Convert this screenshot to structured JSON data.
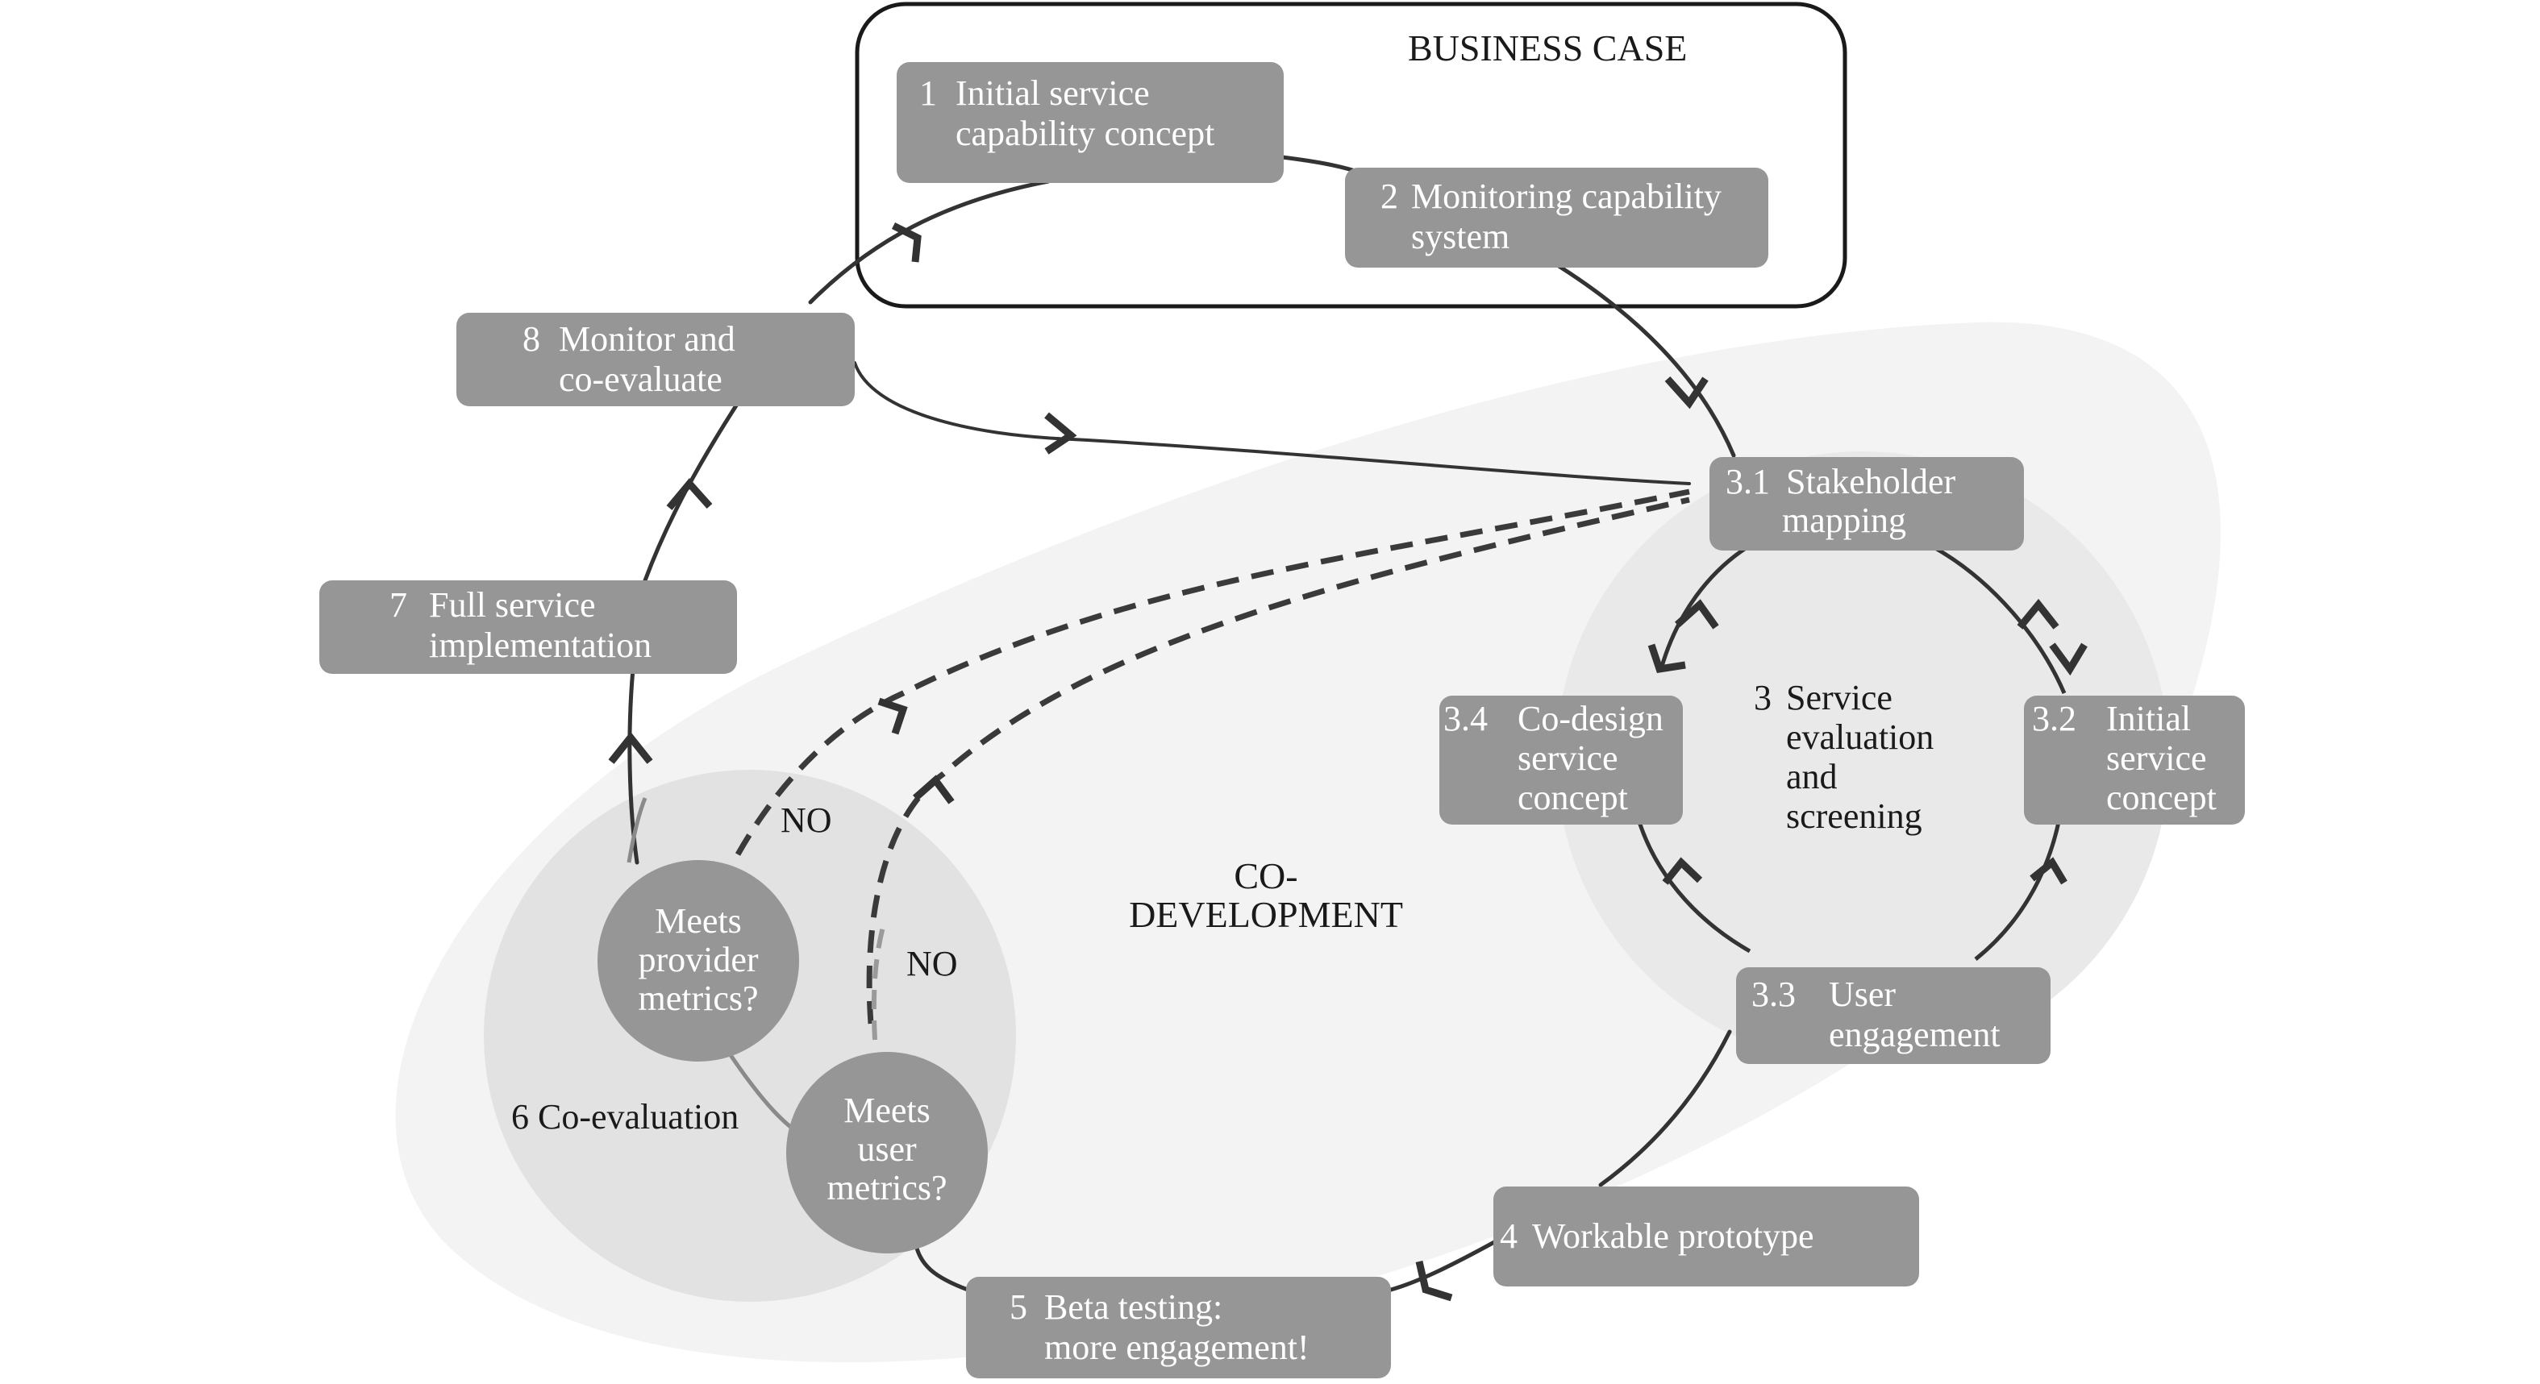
{
  "business_case_label": "BUSINESS CASE",
  "co_development_label": [
    "CO-",
    "DEVELOPMENT"
  ],
  "center_label": {
    "num": "3",
    "lines": [
      "Service",
      "evaluation",
      "and",
      "screening"
    ]
  },
  "co_evaluation_label": "6 Co-evaluation",
  "no_label_provider": "NO",
  "no_label_user": "NO",
  "nodes": {
    "n1": {
      "num": "1",
      "lines": [
        "Initial service",
        "capability concept"
      ]
    },
    "n2": {
      "num": "2",
      "lines": [
        "Monitoring capability",
        "system"
      ]
    },
    "n3_1": {
      "num": "3.1",
      "lines": [
        "Stakeholder",
        "mapping"
      ]
    },
    "n3_2": {
      "num": "3.2",
      "lines": [
        "Initial",
        "service",
        "concept"
      ]
    },
    "n3_3": {
      "num": "3.3",
      "lines": [
        "User",
        "engagement"
      ]
    },
    "n3_4": {
      "num": "3.4",
      "lines": [
        "Co-design",
        "service",
        "concept"
      ]
    },
    "n4": {
      "num": "4",
      "lines": [
        "Workable prototype"
      ]
    },
    "n5": {
      "num": "5",
      "lines": [
        "Beta testing:",
        "more engagement!"
      ]
    },
    "n7": {
      "num": "7",
      "lines": [
        "Full service",
        "implementation"
      ]
    },
    "n8": {
      "num": "8",
      "lines": [
        "Monitor and",
        "co-evaluate"
      ]
    }
  },
  "decisions": {
    "provider": {
      "lines": [
        "Meets",
        "provider",
        "metrics?"
      ]
    },
    "user": {
      "lines": [
        "Meets",
        "user",
        "metrics?"
      ]
    }
  },
  "colors": {
    "node_fill": "#979697",
    "line": "#333333",
    "dashed": "#3a3a3a",
    "region_light": "#f2f2f2",
    "region_mid": "#e6e6e6",
    "business_border": "#1a1a1a"
  }
}
